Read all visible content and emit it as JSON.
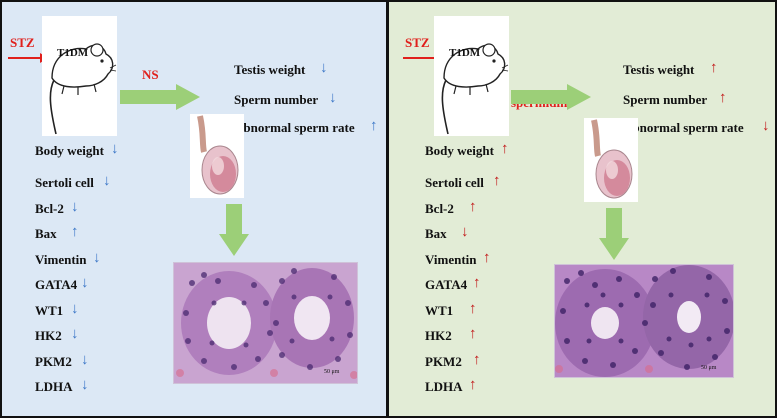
{
  "colors": {
    "left_bg": "#dce8f5",
    "right_bg": "#e2ecd6",
    "arrow_green": "#9ccf78",
    "stz_red": "#e0201c",
    "down_blue": "#3d78c8",
    "up_red": "#c21a1a"
  },
  "left": {
    "stz": "STZ",
    "mouse_label": "T1DM",
    "treatment": "NS",
    "outcomes": [
      {
        "label": "Testis weight",
        "dir": "down"
      },
      {
        "label": "Sperm number",
        "dir": "down"
      },
      {
        "label": "Abnormal sperm rate",
        "dir": "up"
      }
    ],
    "body_weight": {
      "label": "Body weight",
      "dir": "down"
    },
    "markers": [
      {
        "label": "Sertoli cell",
        "dir": "down"
      },
      {
        "label": "Bcl-2",
        "dir": "down"
      },
      {
        "label": "Bax",
        "dir": "up"
      },
      {
        "label": "Vimentin",
        "dir": "down"
      },
      {
        "label": "GATA4",
        "dir": "down"
      },
      {
        "label": "WT1",
        "dir": "down"
      },
      {
        "label": "HK2",
        "dir": "down"
      },
      {
        "label": "PKM2",
        "dir": "down"
      },
      {
        "label": "LDHA",
        "dir": "down"
      }
    ],
    "scale_bar": "50 μm"
  },
  "right": {
    "stz": "STZ",
    "mouse_label": "T1DM",
    "treatment": "spermidine",
    "outcomes": [
      {
        "label": "Testis weight",
        "dir": "up"
      },
      {
        "label": "Sperm number",
        "dir": "up"
      },
      {
        "label": "Abnormal sperm rate",
        "dir": "down"
      }
    ],
    "body_weight": {
      "label": "Body weight",
      "dir": "up"
    },
    "markers": [
      {
        "label": "Sertoli cell",
        "dir": "up"
      },
      {
        "label": "Bcl-2",
        "dir": "up"
      },
      {
        "label": "Bax",
        "dir": "down"
      },
      {
        "label": "Vimentin",
        "dir": "up"
      },
      {
        "label": "GATA4",
        "dir": "up"
      },
      {
        "label": "WT1",
        "dir": "up"
      },
      {
        "label": "HK2",
        "dir": "up"
      },
      {
        "label": "PKM2",
        "dir": "up"
      },
      {
        "label": "LDHA",
        "dir": "up"
      }
    ],
    "scale_bar": "50 μm"
  }
}
